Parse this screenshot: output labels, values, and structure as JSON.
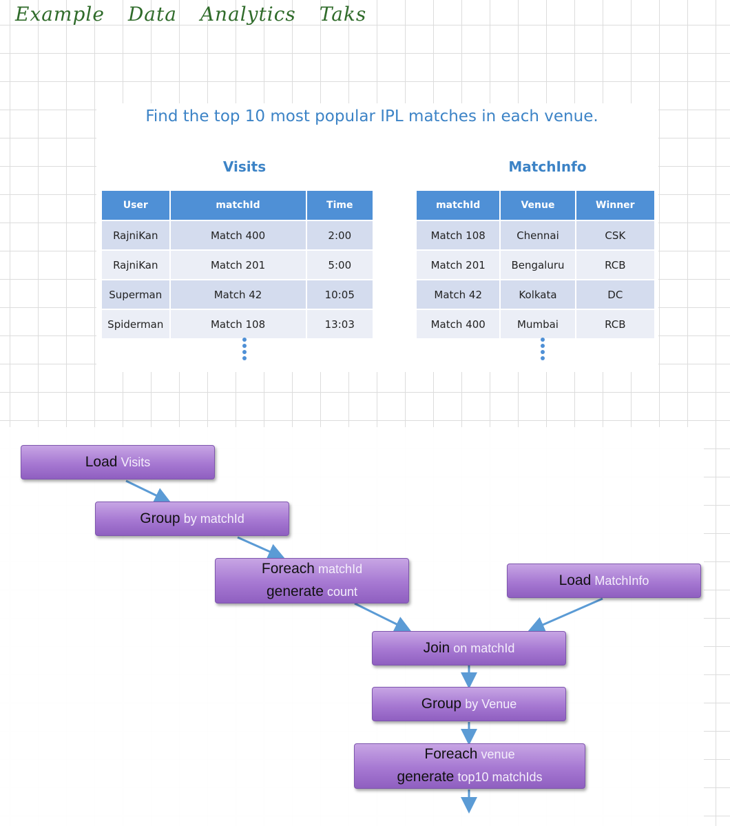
{
  "page_title": "Example Data Analytics Taks",
  "question": "Find the top 10 most popular IPL matches in each venue.",
  "visits": {
    "title": "Visits",
    "headers": [
      "User",
      "matchId",
      "Time"
    ],
    "rows": [
      [
        "RajniKan",
        "Match 400",
        "2:00"
      ],
      [
        "RajniKan",
        "Match 201",
        "5:00"
      ],
      [
        "Superman",
        "Match 42",
        "10:05"
      ],
      [
        "Spiderman",
        "Match 108",
        "13:03"
      ]
    ]
  },
  "matchinfo": {
    "title": "MatchInfo",
    "headers": [
      "matchId",
      "Venue",
      "Winner"
    ],
    "rows": [
      [
        "Match 108",
        "Chennai",
        "CSK"
      ],
      [
        "Match 201",
        "Bengaluru",
        "RCB"
      ],
      [
        "Match 42",
        "Kolkata",
        "DC"
      ],
      [
        "Match 400",
        "Mumbai",
        "RCB"
      ]
    ]
  },
  "flow": {
    "load_visits": {
      "kw": "Load",
      "arg": "Visits"
    },
    "group_matchid": {
      "kw": "Group",
      "arg": "by matchId"
    },
    "foreach_matchid": {
      "kw1": "Foreach",
      "arg1": "matchId",
      "kw2": "generate",
      "arg2": "count"
    },
    "load_matchinfo": {
      "kw": "Load",
      "arg": "MatchInfo"
    },
    "join": {
      "kw": "Join",
      "arg": "on matchId"
    },
    "group_venue": {
      "kw": "Group",
      "arg": "by Venue"
    },
    "foreach_venue": {
      "kw1": "Foreach",
      "arg1": "venue",
      "kw2": "generate",
      "arg2": "top10 matchIds"
    }
  },
  "colors": {
    "title_green": "#2f6b2a",
    "heading_blue": "#3c83c6",
    "table_header": "#4f90d6",
    "node_purple": "#a678d2",
    "arrow_blue": "#5b9bd5"
  }
}
